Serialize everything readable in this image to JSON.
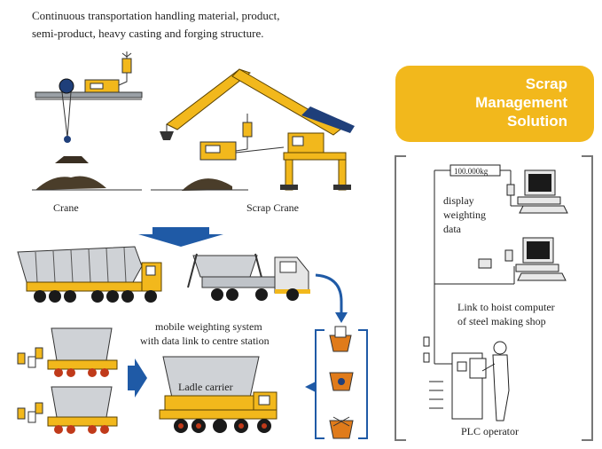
{
  "header": {
    "line1": "Continuous transportation handling material, product,",
    "line2": "semi-product, heavy casting and forging structure."
  },
  "labels": {
    "crane": "Crane",
    "scrap_crane": "Scrap Crane",
    "mobile_line1": "mobile weighting system",
    "mobile_line2": "with data link to centre station",
    "ladle": "Ladle carrier"
  },
  "solution": {
    "title_line1": "Scrap",
    "title_line2": "Management",
    "title_line3": "Solution",
    "weight": "100.000kg",
    "display_line1": "display",
    "display_line2": "weighting",
    "display_line3": "data",
    "link_line1": "Link to hoist computer",
    "link_line2": "of steel making shop",
    "plc": "PLC operator"
  },
  "colors": {
    "accent": "#f2b81c",
    "blue": "#1f5aa6"
  }
}
